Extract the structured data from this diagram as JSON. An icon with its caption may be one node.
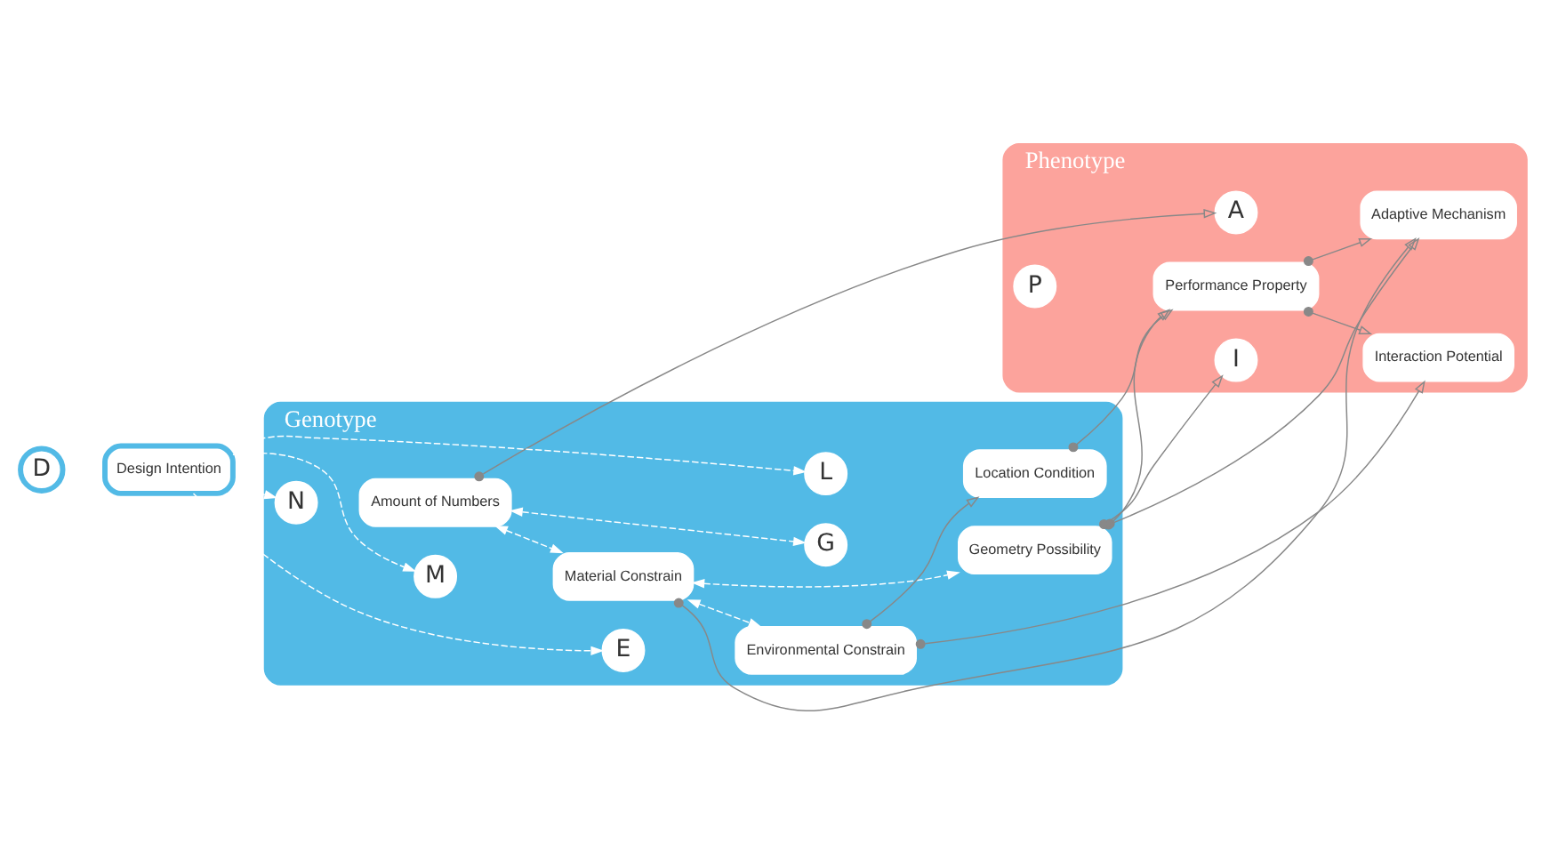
{
  "diagram": {
    "nodes": [
      {
        "text": [
          "Genotype"
        ]
      },
      {
        "text": [
          "Phenotype"
        ]
      },
      {
        "text": [
          "D"
        ]
      },
      {
        "text": [
          "Design Intention"
        ]
      },
      {
        "text": [
          "N"
        ],
        "in": 0
      },
      {
        "text": [
          "Amount of Numbers"
        ],
        "in": 0
      },
      {
        "text": [
          "M"
        ],
        "in": 0
      },
      {
        "text": [
          "Material Constrain"
        ],
        "in": 0
      },
      {
        "text": [
          "G"
        ],
        "in": 0
      },
      {
        "text": [
          "Geometry Possibility"
        ],
        "in": 0
      },
      {
        "text": [
          "E"
        ],
        "in": 0
      },
      {
        "text": [
          "Environmental Constrain"
        ],
        "in": 0
      },
      {
        "text": [
          "L"
        ],
        "in": 0
      },
      {
        "text": [
          "Location Condition"
        ],
        "in": 0
      },
      {
        "text": [
          "A"
        ],
        "in": 1
      },
      {
        "text": [
          "Adaptive Mechanism"
        ],
        "in": 1
      },
      {
        "text": [
          "I"
        ],
        "in": 1
      },
      {
        "text": [
          "Interaction Potential"
        ],
        "in": 1
      },
      {
        "text": [
          "P"
        ],
        "in": 1
      },
      {
        "text": [
          "Performance Property"
        ],
        "in": 1
      }
    ],
    "edges": [
      {
        "from": 3,
        "to": 4,
        "arrow": "to",
        "style": "dashed",
        "color": "#ffffff"
      },
      {
        "from": 3,
        "to": 6,
        "arrow": "to",
        "style": "dashed",
        "color": "#ffffff"
      },
      {
        "from": 3,
        "to": 12,
        "arrow": "to",
        "style": "dashed",
        "color": "#ffffff"
      },
      {
        "from": 3,
        "to": 10,
        "arrow": "to",
        "style": "dashed",
        "color": "#ffffff"
      },
      {
        "from": 5,
        "to": 7,
        "arrow": "both",
        "style": "dashed",
        "color": "#ffffff"
      },
      {
        "from": 5,
        "to": 8,
        "arrow": "both",
        "style": "dashed",
        "color": "#ffffff"
      },
      {
        "from": 7,
        "to": 9,
        "arrow": "both",
        "style": "dashed",
        "color": "#ffffff"
      },
      {
        "from": 7,
        "to": 11,
        "arrow": "both",
        "style": "dashed",
        "color": "#ffffff"
      },
      {
        "from": 5,
        "to": 14,
        "arrow": "to"
      },
      {
        "from": 7,
        "to": 15,
        "arrow": "to"
      },
      {
        "from": 9,
        "to": 15,
        "arrow": "to"
      },
      {
        "from": 19,
        "to": 15,
        "arrow": "to"
      },
      {
        "from": 9,
        "to": 16,
        "arrow": "to"
      },
      {
        "from": 9,
        "to": 19,
        "arrow": "to"
      },
      {
        "from": 13,
        "to": 19,
        "arrow": "to"
      },
      {
        "from": 19,
        "to": 17,
        "arrow": "to"
      },
      {
        "from": 11,
        "to": 17,
        "arrow": "to"
      },
      {
        "from": 11,
        "to": 13,
        "arrow": "to"
      }
    ]
  }
}
